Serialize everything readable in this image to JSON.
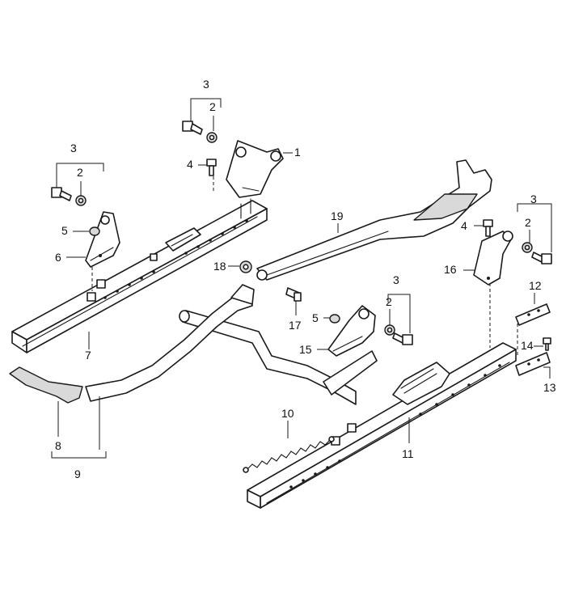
{
  "callouts": [
    {
      "id": "1",
      "label": "1"
    },
    {
      "id": "2a",
      "label": "2"
    },
    {
      "id": "3a",
      "label": "3"
    },
    {
      "id": "4a",
      "label": "4"
    },
    {
      "id": "2b",
      "label": "2"
    },
    {
      "id": "3b",
      "label": "3"
    },
    {
      "id": "5a",
      "label": "5"
    },
    {
      "id": "6",
      "label": "6"
    },
    {
      "id": "7",
      "label": "7"
    },
    {
      "id": "8",
      "label": "8"
    },
    {
      "id": "9",
      "label": "9"
    },
    {
      "id": "10",
      "label": "10"
    },
    {
      "id": "11",
      "label": "11"
    },
    {
      "id": "12",
      "label": "12"
    },
    {
      "id": "13",
      "label": "13"
    },
    {
      "id": "14",
      "label": "14"
    },
    {
      "id": "15",
      "label": "15"
    },
    {
      "id": "16",
      "label": "16"
    },
    {
      "id": "17",
      "label": "17"
    },
    {
      "id": "18",
      "label": "18"
    },
    {
      "id": "19",
      "label": "19"
    },
    {
      "id": "2c",
      "label": "2"
    },
    {
      "id": "3c",
      "label": "3"
    },
    {
      "id": "5b",
      "label": "5"
    },
    {
      "id": "2d",
      "label": "2"
    },
    {
      "id": "3d",
      "label": "3"
    },
    {
      "id": "4b",
      "label": "4"
    }
  ]
}
